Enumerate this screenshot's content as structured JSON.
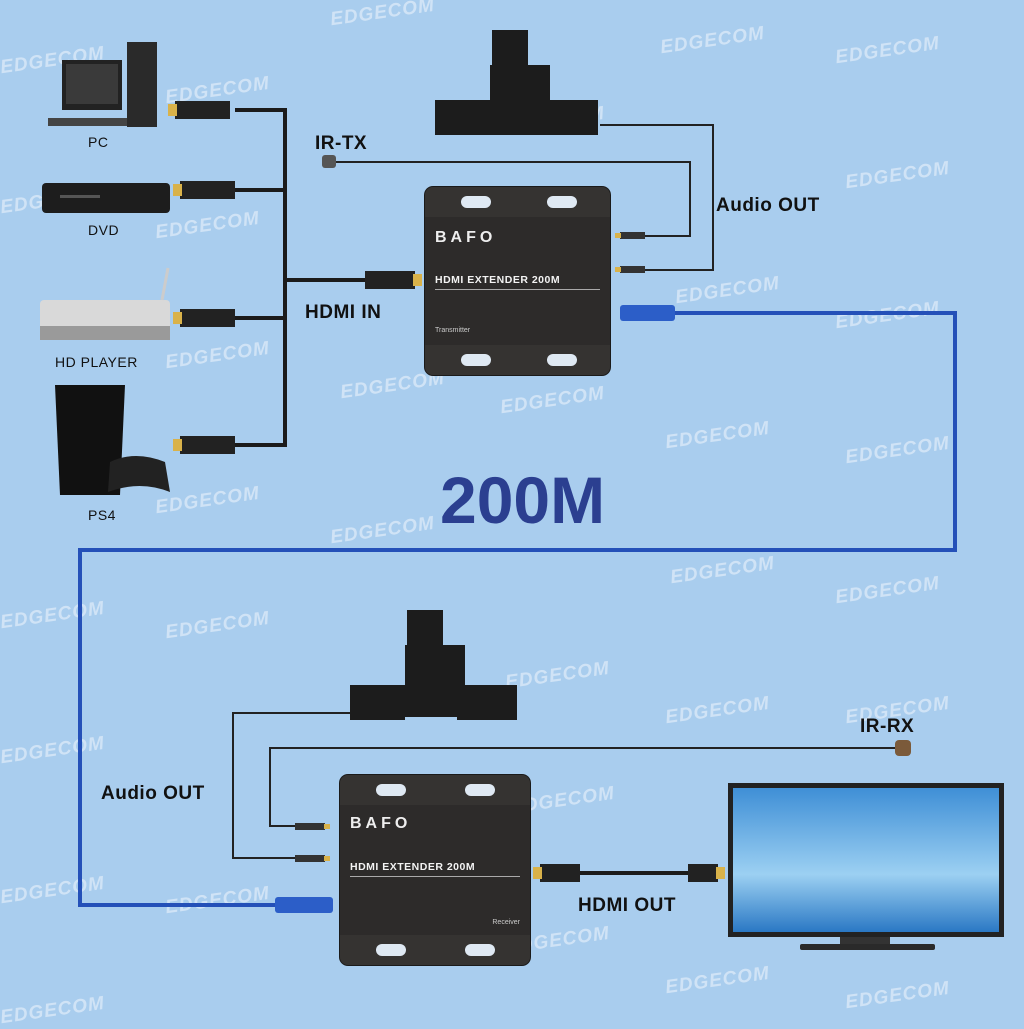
{
  "watermark": "EDGECOM",
  "sources": [
    {
      "label": "PC",
      "icon": "pc-icon"
    },
    {
      "label": "DVD",
      "icon": "dvd-icon"
    },
    {
      "label": "HD PLAYER",
      "icon": "hd-player-icon"
    },
    {
      "label": "PS4",
      "icon": "ps4-icon"
    }
  ],
  "labels": {
    "ir_tx": "IR-TX",
    "ir_rx": "IR-RX",
    "audio_out_top": "Audio OUT",
    "audio_out_bottom": "Audio OUT",
    "hdmi_in": "HDMI IN",
    "hdmi_out": "HDMI OUT",
    "distance": "200M"
  },
  "transmitter": {
    "brand": "BAFO",
    "model": "HDMI EXTENDER 200M",
    "role": "Transmitter"
  },
  "receiver": {
    "brand": "BAFO",
    "model": "HDMI EXTENDER 200M",
    "role": "Receiver"
  },
  "colors": {
    "background": "#a9cdee",
    "cable": "#2450b8",
    "distance_text": "#2b3f90"
  }
}
